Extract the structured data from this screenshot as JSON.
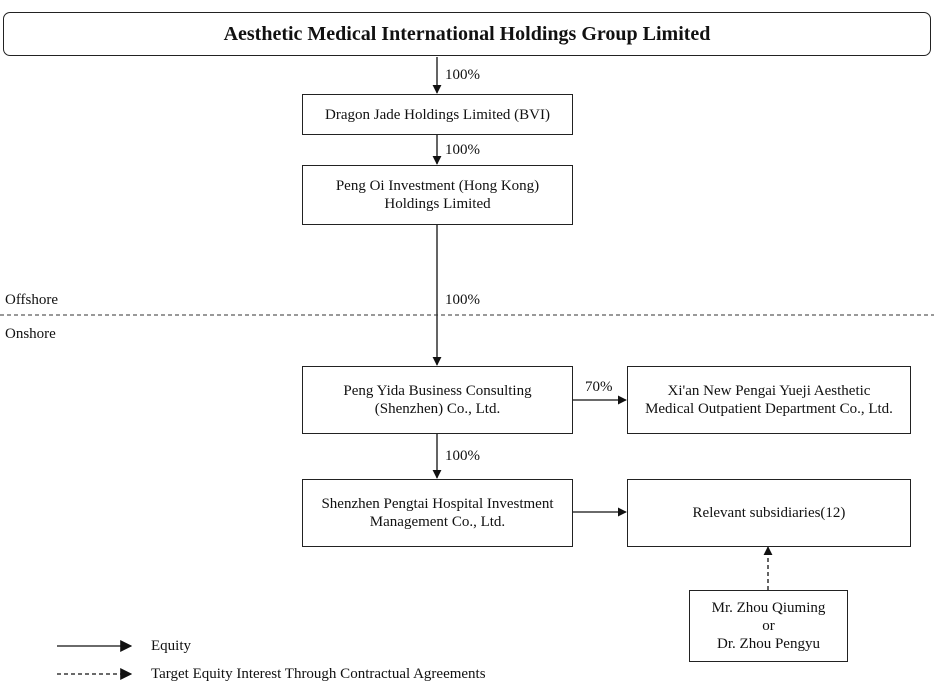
{
  "title": "Aesthetic Medical International Holdings Group Limited",
  "entities": {
    "dragon_jade": "Dragon Jade Holdings Limited (BVI)",
    "peng_oi": [
      "Peng Oi Investment (Hong Kong)",
      "Holdings Limited"
    ],
    "peng_yida": [
      "Peng Yida Business Consulting",
      "(Shenzhen) Co., Ltd."
    ],
    "xian": [
      "Xi'an New Pengai Yueji Aesthetic",
      "Medical Outpatient Department Co., Ltd."
    ],
    "shenzhen_pengtai": [
      "Shenzhen Pengtai Hospital Investment",
      "Management Co., Ltd."
    ],
    "relevant_subs": "Relevant subsidiaries(12)",
    "zhou": [
      "Mr. Zhou Qiuming",
      "or",
      "Dr. Zhou Pengyu"
    ]
  },
  "ownership": {
    "title_to_dragon": "100%",
    "dragon_to_pengoi": "100%",
    "pengoi_to_pengyida": "100%",
    "pengyida_to_xian": "70%",
    "pengyida_to_pengtai": "100%"
  },
  "zones": {
    "offshore": "Offshore",
    "onshore": "Onshore"
  },
  "legend": {
    "equity": "Equity",
    "contractual": "Target Equity Interest Through Contractual Agreements"
  },
  "colors": {
    "line": "#222222",
    "background": "#ffffff"
  }
}
